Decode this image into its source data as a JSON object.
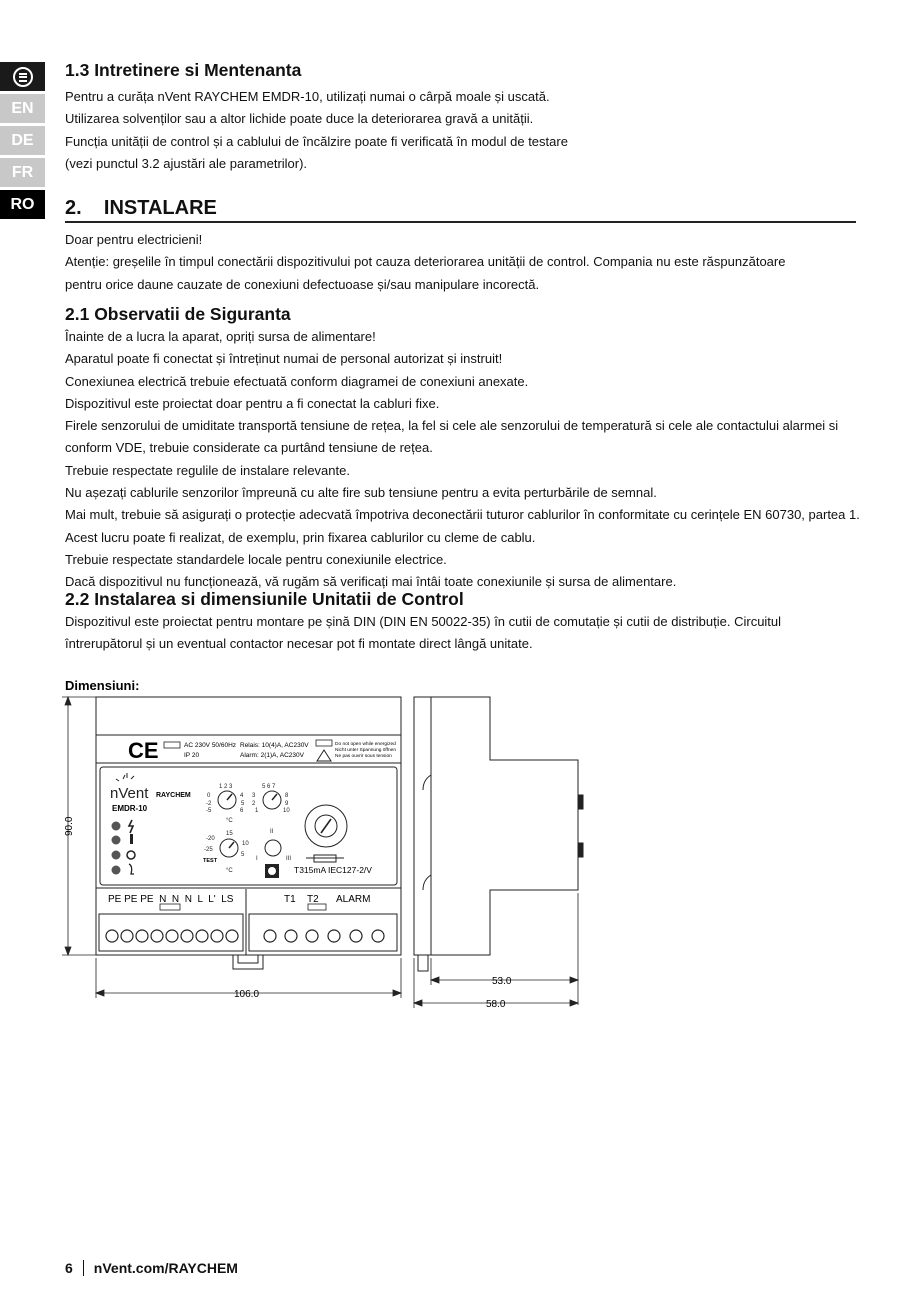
{
  "nav": {
    "menu_icon": "menu-icon",
    "languages": [
      "EN",
      "DE",
      "FR",
      "RO"
    ],
    "active": "RO"
  },
  "section_1_3": {
    "title": "1.3  Intretinere si Mentenanta",
    "lines": [
      "Pentru a curăța nVent RAYCHEM EMDR-10, utilizați numai o cârpă moale și uscată.",
      "Utilizarea solvenților sau a altor lichide poate duce la deteriorarea gravă a unității.",
      "Funcția unității de control și a cablului de încălzire poate fi verificată în modul de testare",
      "(vezi punctul 3.2 ajustări ale parametrilor)."
    ]
  },
  "section_2": {
    "title": "2.    INSTALARE",
    "lines": [
      "Doar pentru electricieni!",
      "Atenție: greșelile în timpul conectării dispozitivului pot cauza deteriorarea unității de control. Compania nu este răspunzătoare",
      "pentru orice daune cauzate de conexiuni defectuoase și/sau manipulare incorectă."
    ]
  },
  "section_2_1": {
    "title": "2.1  Observatii de Siguranta",
    "lines": [
      "Înainte de a lucra la aparat, opriți sursa de alimentare!",
      "Aparatul poate fi conectat și întreținut numai de personal autorizat și instruit!",
      "Conexiunea electrică trebuie efectuată conform diagramei de conexiuni anexate.",
      "Dispozitivul este proiectat doar pentru a fi conectat la cabluri fixe.",
      "Firele senzorului de umiditate transportă tensiune de rețea, la fel si cele ale senzorului de temperatură si cele ale contactului alarmei si",
      "conform VDE, trebuie considerate ca purtând tensiune de rețea.",
      "Trebuie respectate regulile de instalare relevante.",
      "Nu așezați cablurile senzorilor împreună cu alte fire sub tensiune pentru a evita perturbările de semnal.",
      "Mai mult, trebuie să asigurați o protecție adecvată împotriva deconectării tuturor cablurilor în conformitate cu cerințele EN 60730, partea 1.",
      "Acest lucru poate fi realizat, de exemplu, prin fixarea cablurilor cu cleme de cablu.",
      "Trebuie respectate standardele locale pentru conexiunile electrice.",
      "Dacă dispozitivul nu funcționează, vă rugăm să verificați mai întâi toate conexiunile și sursa de alimentare."
    ]
  },
  "section_2_2": {
    "title": "2.2  Instalarea si dimensiunile Unitatii de Control",
    "lines": [
      "Dispozitivul este proiectat pentru montare pe șină DIN (DIN EN 50022-35) în cutii de comutație și cutii de distribuție. Circuitul",
      "întrerupătorul și un eventual contactor necesar pot fi montate direct lângă unitate."
    ]
  },
  "drawing": {
    "label": "Dimensiuni:",
    "ce_mark": "CE",
    "spec_supply": "AC 230V 50/60Hz",
    "spec_ip": "IP 20",
    "spec_relays": "Relais: 10(4)A, AC230V",
    "spec_alarm": "Alarm: 2(1)A,  AC230V",
    "warning_1": "Do not open while energized",
    "warning_2": "Nicht unter Spannung öffnen",
    "warning_3": "Ne pas ouvrir sous tension",
    "brand": "nVent",
    "brand_sub": "RAYCHEM",
    "model": "EMDR-10",
    "fuse": "T315mA  IEC127-2/V",
    "test": "TEST",
    "terminals_left": "PE PE PE  N  N  N  L  L'  LS",
    "terminals_right_t1": "T1",
    "terminals_right_t2": "T2",
    "terminals_right_alarm": "ALARM",
    "dim_height": "90.0",
    "dim_width": "106.0",
    "dim_depth_a": "53.0",
    "dim_depth_b": "58.0"
  },
  "footer": {
    "page": "6",
    "site": "nVent.com/RAYCHEM"
  }
}
